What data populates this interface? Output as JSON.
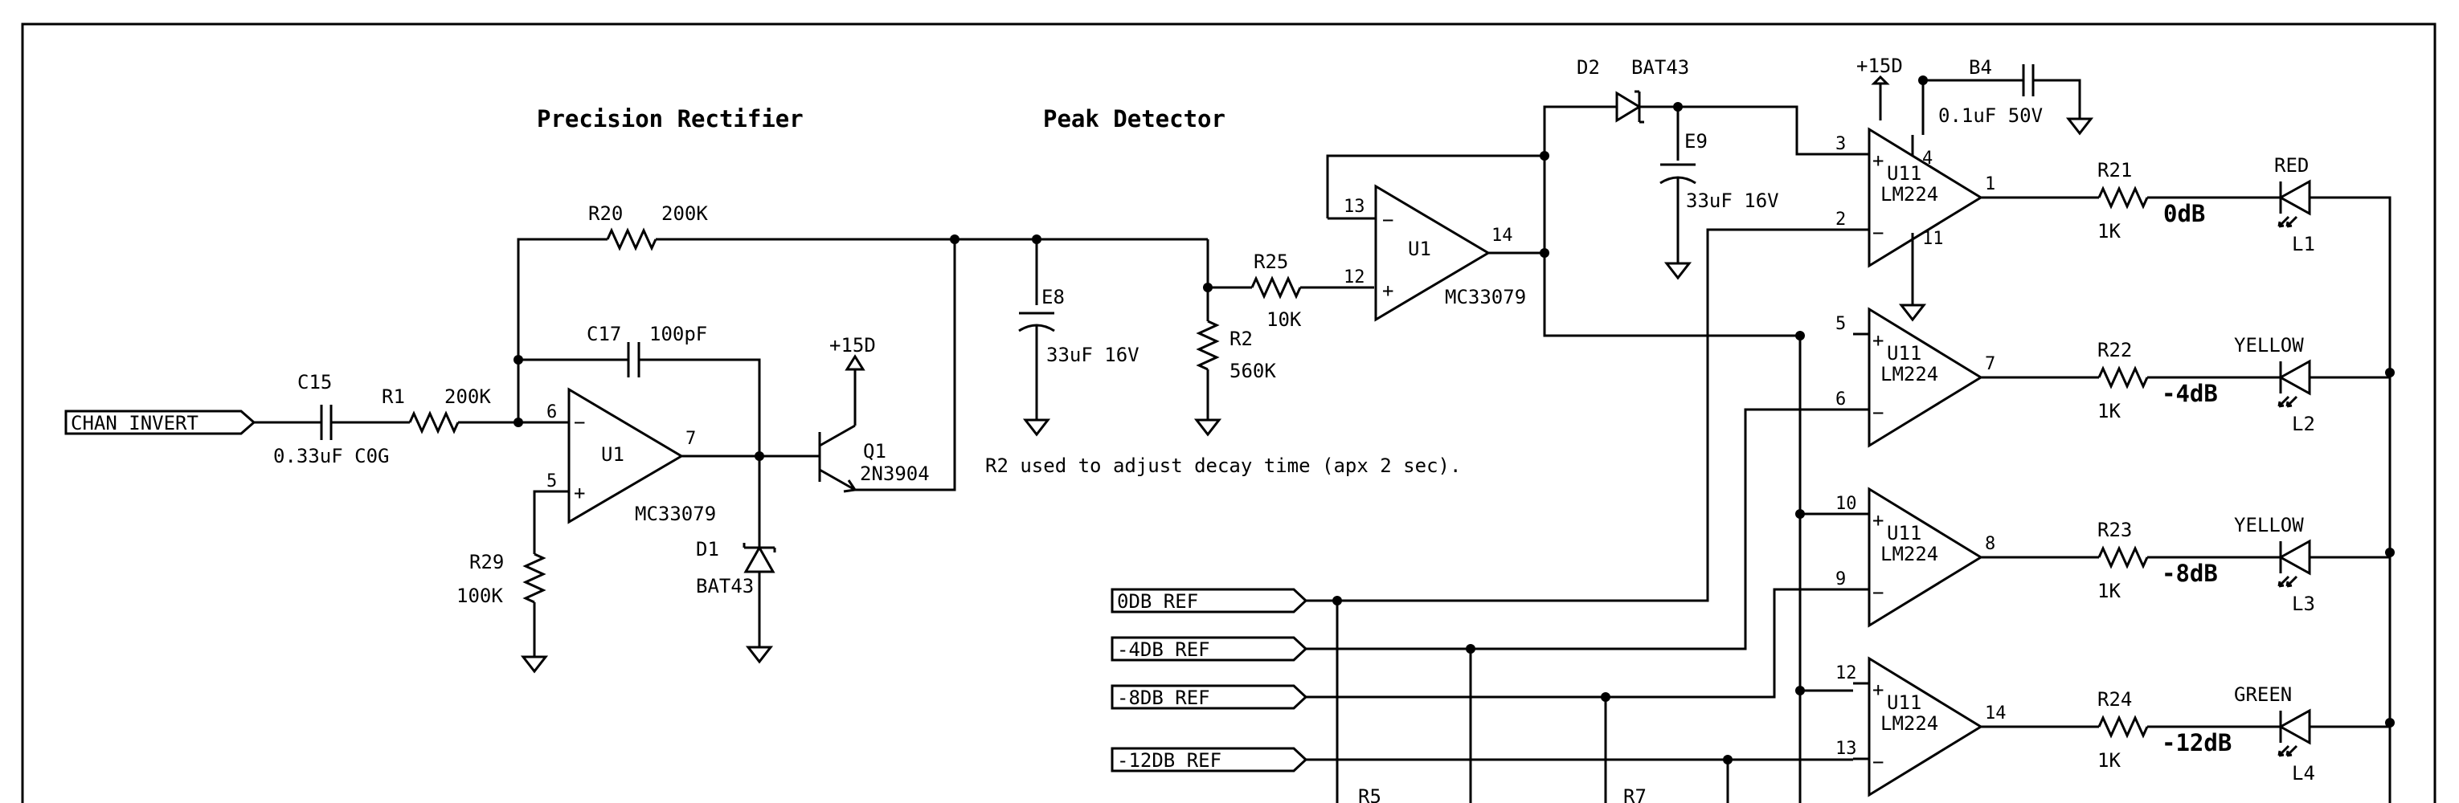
{
  "titles": {
    "rectifier": "Precision Rectifier",
    "peak": "Peak Detector"
  },
  "note": "R2 used to adjust decay time (apx 2 sec).",
  "ports": {
    "chan_invert": "CHAN INVERT",
    "ref_0": "0DB REF",
    "ref_4": "-4DB REF",
    "ref_8": "-8DB REF",
    "ref_12": "-12DB REF"
  },
  "power": "+15D",
  "parts": {
    "c15": {
      "ref": "C15",
      "value": "0.33uF C0G"
    },
    "r1": {
      "ref": "R1",
      "value": "200K"
    },
    "r20": {
      "ref": "R20",
      "value": "200K"
    },
    "c17": {
      "ref": "C17",
      "value": "100pF"
    },
    "u1a": {
      "ref": "U1",
      "value": "MC33079",
      "pin_inv": "6",
      "pin_non": "5",
      "pin_out": "7",
      "minus": "−",
      "plus": "+"
    },
    "r29": {
      "ref": "R29",
      "value": "100K"
    },
    "d1": {
      "ref": "D1",
      "value": "BAT43"
    },
    "q1": {
      "ref": "Q1",
      "value": "2N3904"
    },
    "e8": {
      "ref": "E8",
      "value": "33uF 16V"
    },
    "r2": {
      "ref": "R2",
      "value": "560K"
    },
    "r25": {
      "ref": "R25",
      "value": "10K"
    },
    "u1b": {
      "ref": "U1",
      "value": "MC33079",
      "pin_inv": "13",
      "pin_non": "12",
      "pin_out": "14",
      "minus": "−",
      "plus": "+"
    },
    "d2": {
      "ref": "D2",
      "value": "BAT43"
    },
    "e9": {
      "ref": "E9",
      "value": "33uF 16V"
    },
    "b4": {
      "ref": "B4",
      "value": "0.1uF 50V"
    },
    "r5": {
      "ref": "R5"
    },
    "r7": {
      "ref": "R7"
    }
  },
  "comparators": [
    {
      "ref": "U11",
      "value": "LM224",
      "pin_non": "3",
      "pin_inv": "2",
      "pin_out": "1",
      "pin_vcc": "4",
      "pin_gnd": "11",
      "res_ref": "R21",
      "res_value": "1K",
      "db": "0dB",
      "color": "RED",
      "led": "L1"
    },
    {
      "ref": "U11",
      "value": "LM224",
      "pin_non": "5",
      "pin_inv": "6",
      "pin_out": "7",
      "res_ref": "R22",
      "res_value": "1K",
      "db": "-4dB",
      "color": "YELLOW",
      "led": "L2"
    },
    {
      "ref": "U11",
      "value": "LM224",
      "pin_non": "10",
      "pin_inv": "9",
      "pin_out": "8",
      "res_ref": "R23",
      "res_value": "1K",
      "db": "-8dB",
      "color": "YELLOW",
      "led": "L3"
    },
    {
      "ref": "U11",
      "value": "LM224",
      "pin_non": "12",
      "pin_inv": "13",
      "pin_out": "14",
      "res_ref": "R24",
      "res_value": "1K",
      "db": "-12dB",
      "color": "GREEN",
      "led": "L4"
    }
  ]
}
